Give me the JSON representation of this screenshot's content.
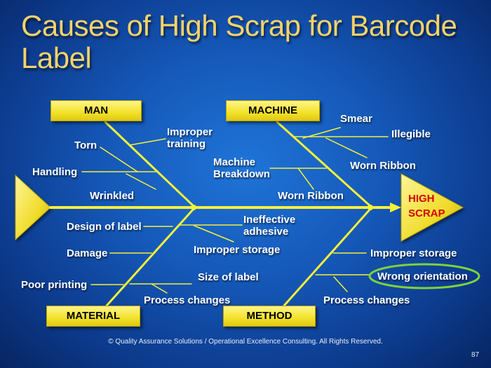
{
  "title": "Causes of High Scrap for Barcode Label",
  "effect": {
    "line1": "HIGH",
    "line2": "SCRAP"
  },
  "categories": {
    "man": "MAN",
    "machine": "MACHINE",
    "material": "MATERIAL",
    "method": "METHOD"
  },
  "causes": {
    "man": [
      "Improper training",
      "Torn",
      "Handling",
      "Wrinkled"
    ],
    "machine": [
      "Smear",
      "Illegible",
      "Machine Breakdown",
      "Worn Ribbon",
      "Worn Ribbon"
    ],
    "material": [
      "Design of label",
      "Damage",
      "Poor printing",
      "Process changes"
    ],
    "method": [
      "Ineffective adhesive",
      "Improper storage",
      "Size of label",
      "Improper storage",
      "Wrong orientation",
      "Process changes"
    ]
  },
  "highlighted_cause": "Wrong orientation",
  "colors": {
    "title": "#f3d36a",
    "lines": "#f5f03a",
    "effect_text": "#d40000",
    "highlight_ring": "#7ed23a"
  },
  "footer": "© Quality Assurance Solutions / Operational Excellence Consulting.  All Rights Reserved.",
  "page_number": "87"
}
